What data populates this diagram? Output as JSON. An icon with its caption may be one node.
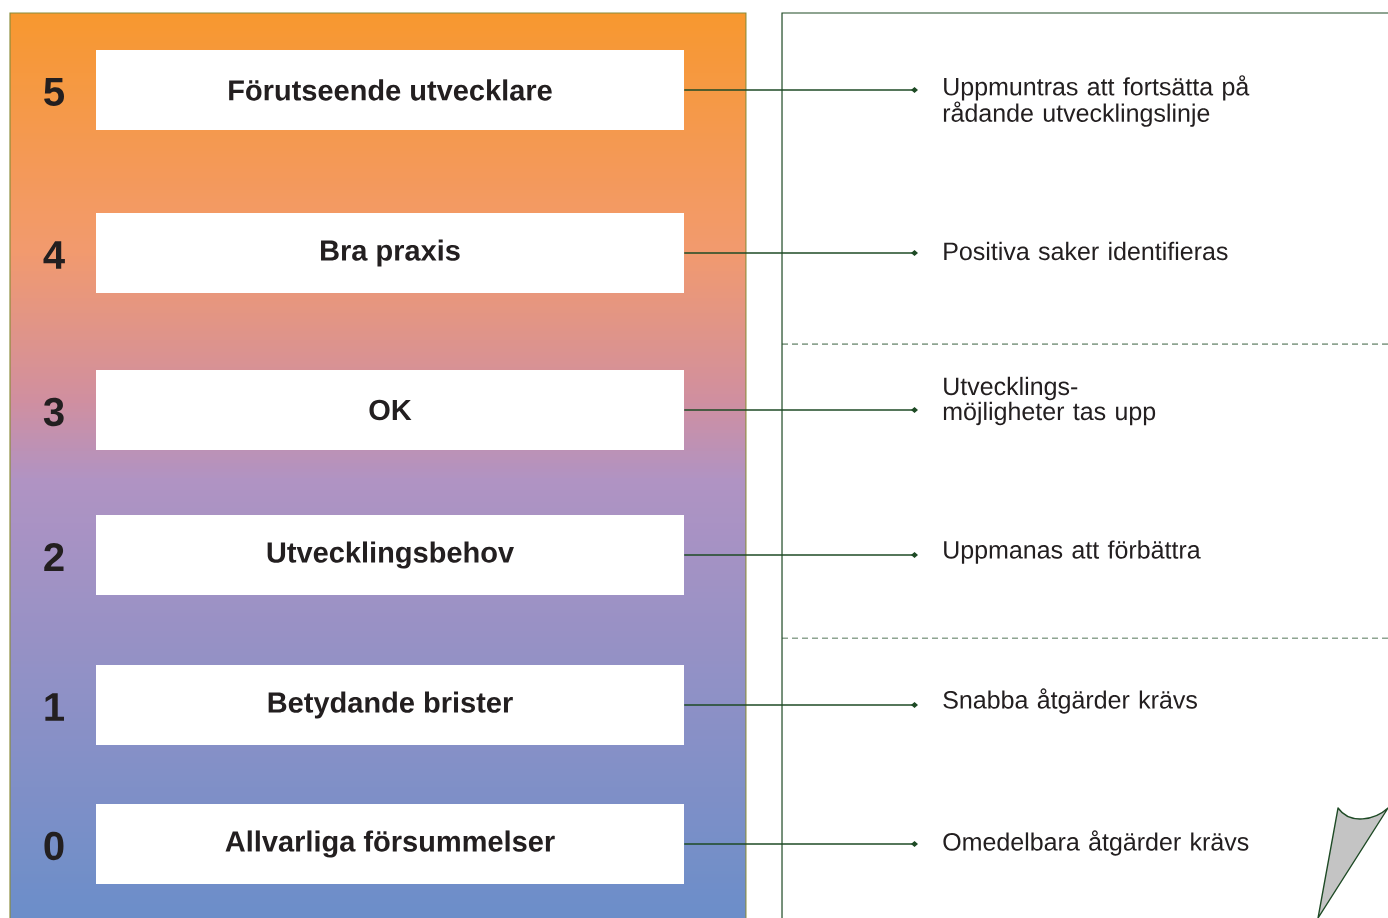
{
  "diagram": {
    "nodes": [
      {
        "text": [
          "Förutseende utvecklare"
        ],
        "beside": [
          "5"
        ]
      },
      {
        "text": [
          "Bra praxis"
        ],
        "beside": [
          "4"
        ]
      },
      {
        "text": [
          "OK"
        ],
        "beside": [
          "3"
        ]
      },
      {
        "text": [
          "Utvecklingsbehov"
        ],
        "beside": [
          "2"
        ]
      },
      {
        "text": [
          "Betydande brister"
        ],
        "beside": [
          "1"
        ]
      },
      {
        "text": [
          "Allvarliga försummelser"
        ],
        "beside": [
          "0"
        ]
      },
      {
        "text": [
          "Uppmuntras att fortsätta på rådande utvecklingslinje"
        ]
      },
      {
        "text": [
          "Positiva saker identifieras"
        ]
      },
      {
        "text": [
          "Utvecklings- möjligheter tas upp"
        ]
      },
      {
        "text": [
          "Uppmanas att förbättra"
        ]
      },
      {
        "text": [
          "Snabba åtgärder krävs"
        ]
      },
      {
        "text": [
          "Omedelbara åtgärder krävs"
        ]
      }
    ],
    "edges": [
      {
        "from": 0,
        "to": 6,
        "arrow": "other"
      },
      {
        "from": 1,
        "to": 7,
        "arrow": "other"
      },
      {
        "from": 2,
        "to": 8,
        "arrow": "other"
      },
      {
        "from": 3,
        "to": 9,
        "arrow": "other"
      },
      {
        "from": 4,
        "to": 10,
        "arrow": "other"
      },
      {
        "from": 5,
        "to": 11,
        "arrow": "other"
      }
    ]
  }
}
